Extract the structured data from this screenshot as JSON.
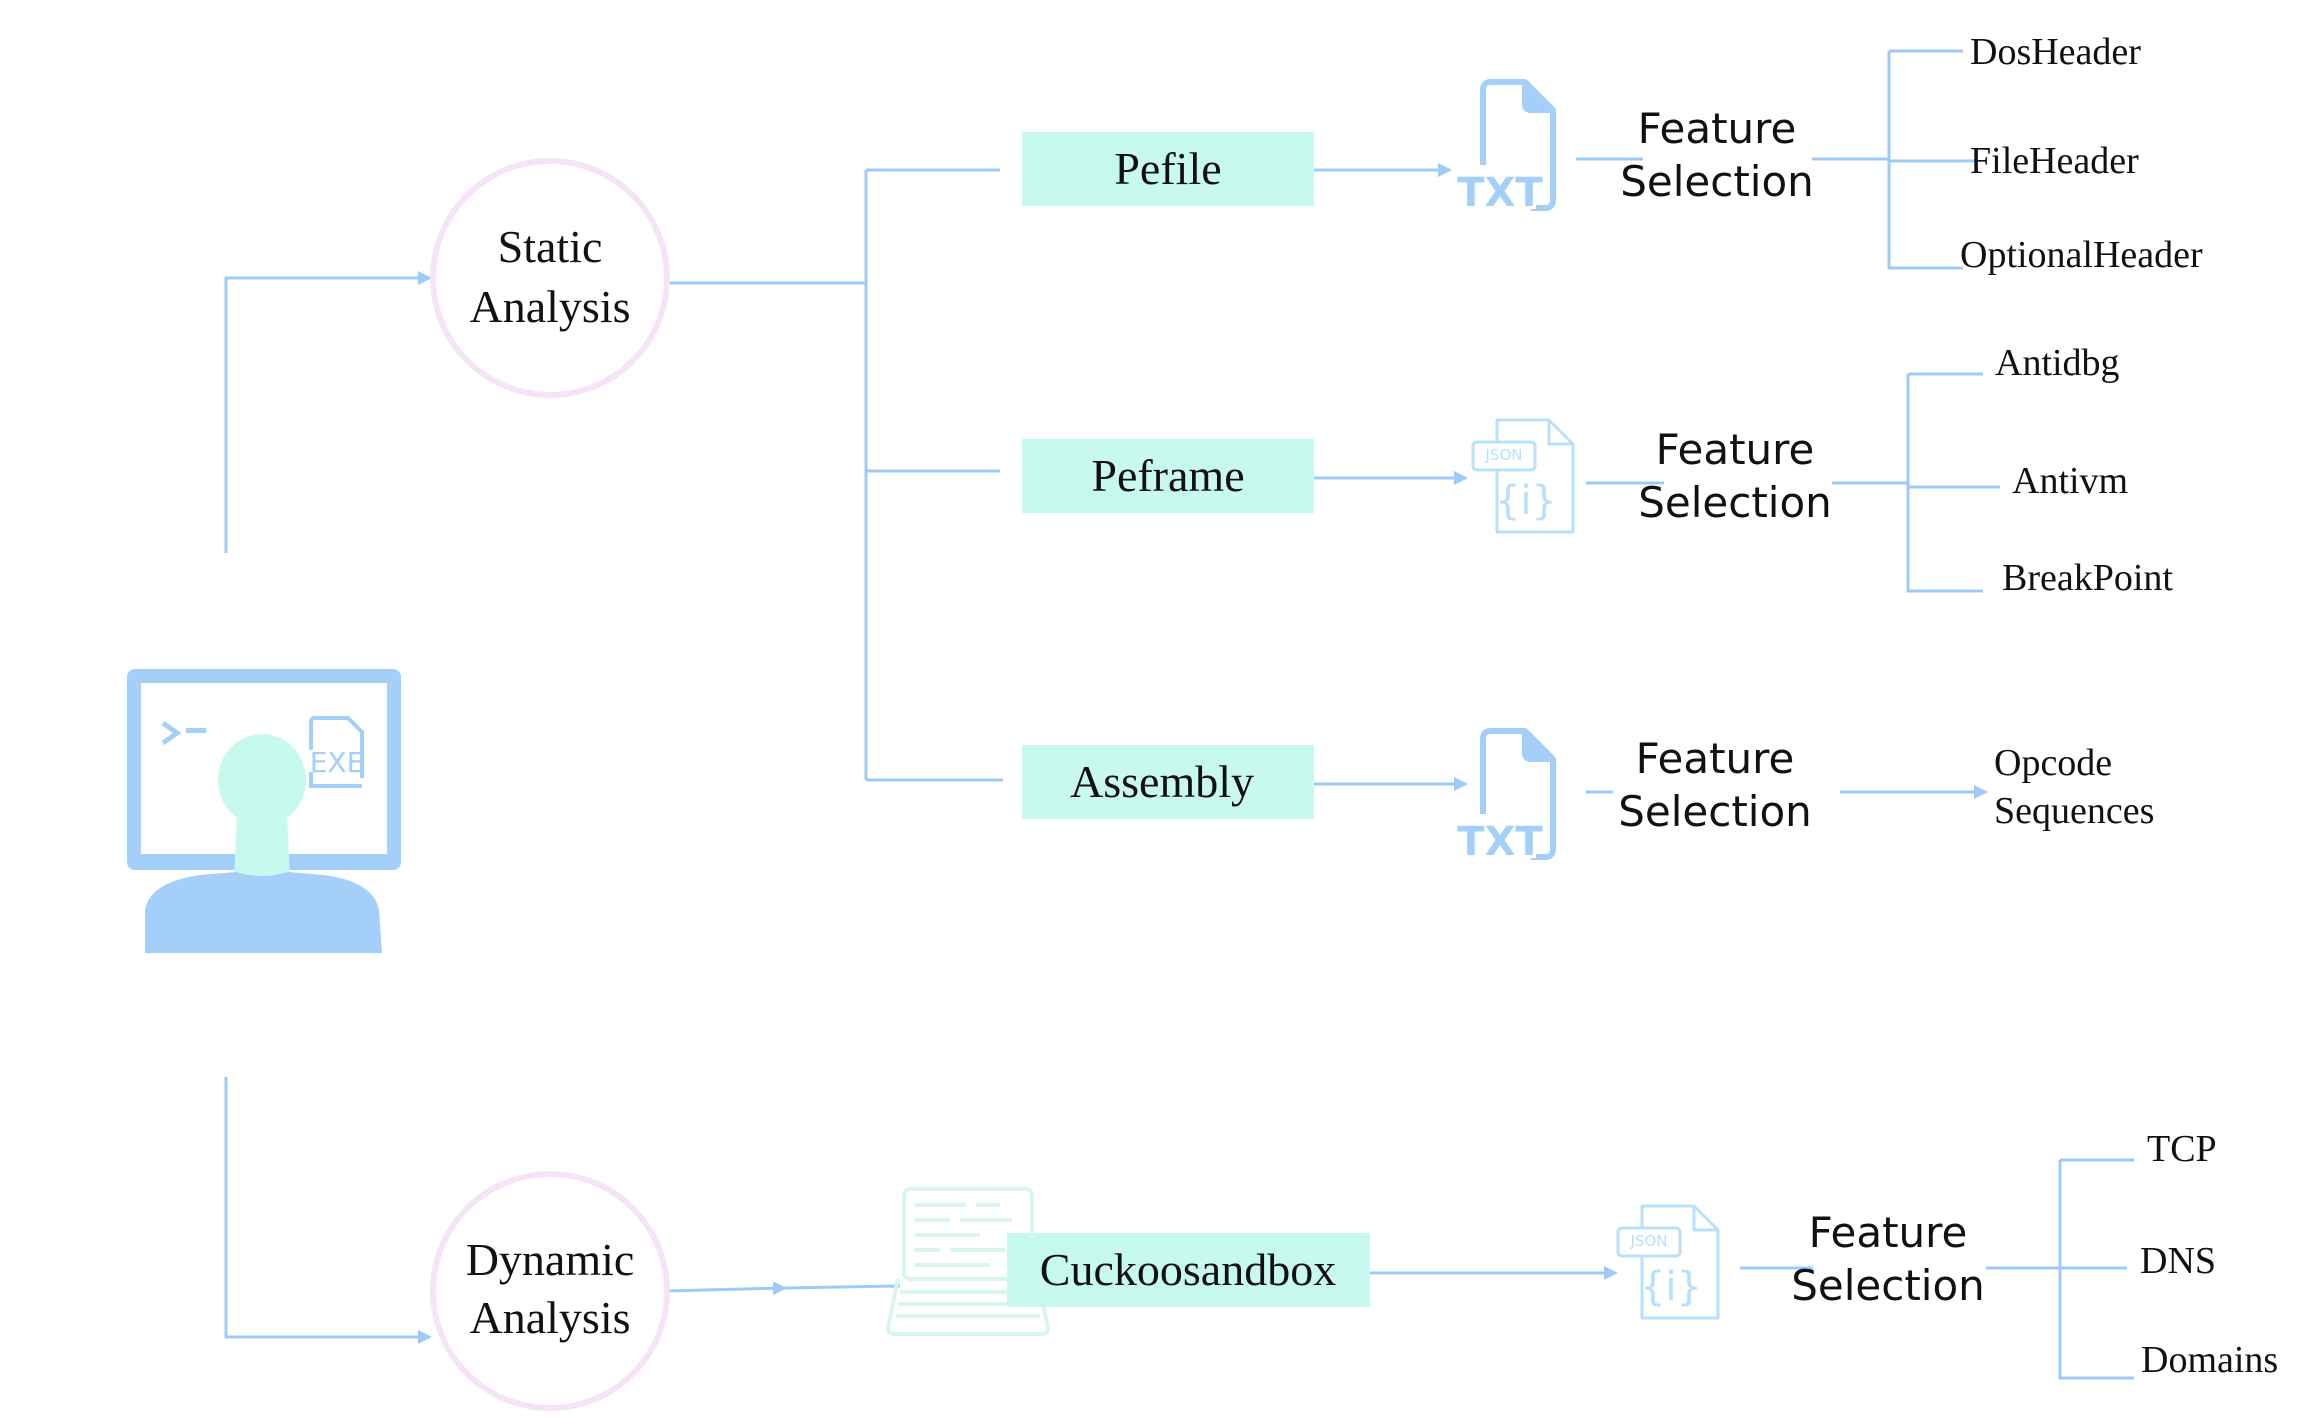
{
  "analysis": {
    "static_label_1": "Static",
    "static_label_2": "Analysis",
    "dynamic_label_1": "Dynamic",
    "dynamic_label_2": "Analysis"
  },
  "tools": {
    "pefile": "Pefile",
    "peframe": "Peframe",
    "assembly": "Assembly",
    "cuckoo": "Cuckoosandbox"
  },
  "files": {
    "txt": "TXT",
    "json": "JSON",
    "exe": "EXE",
    "json_braces": "{i}"
  },
  "feature_selection": {
    "line1": "Feature",
    "line2": "Selection"
  },
  "features": {
    "pefile": [
      "DosHeader",
      "FileHeader",
      "OptionalHeader"
    ],
    "peframe": [
      "Antidbg",
      "Antivm",
      "BreakPoint"
    ],
    "assembly": [
      "Opcode",
      "Sequences"
    ],
    "cuckoo": [
      "TCP",
      "DNS",
      "Domains"
    ]
  },
  "colors": {
    "line": "#9ccbf8",
    "box_fill": "#c8f9ee",
    "circle_stroke": "#f6e3f8",
    "icon_blue": "#a3cff9",
    "icon_light": "#b9e0fb",
    "person_head": "#c8f9ee",
    "laptop": "#d8f6ee"
  }
}
